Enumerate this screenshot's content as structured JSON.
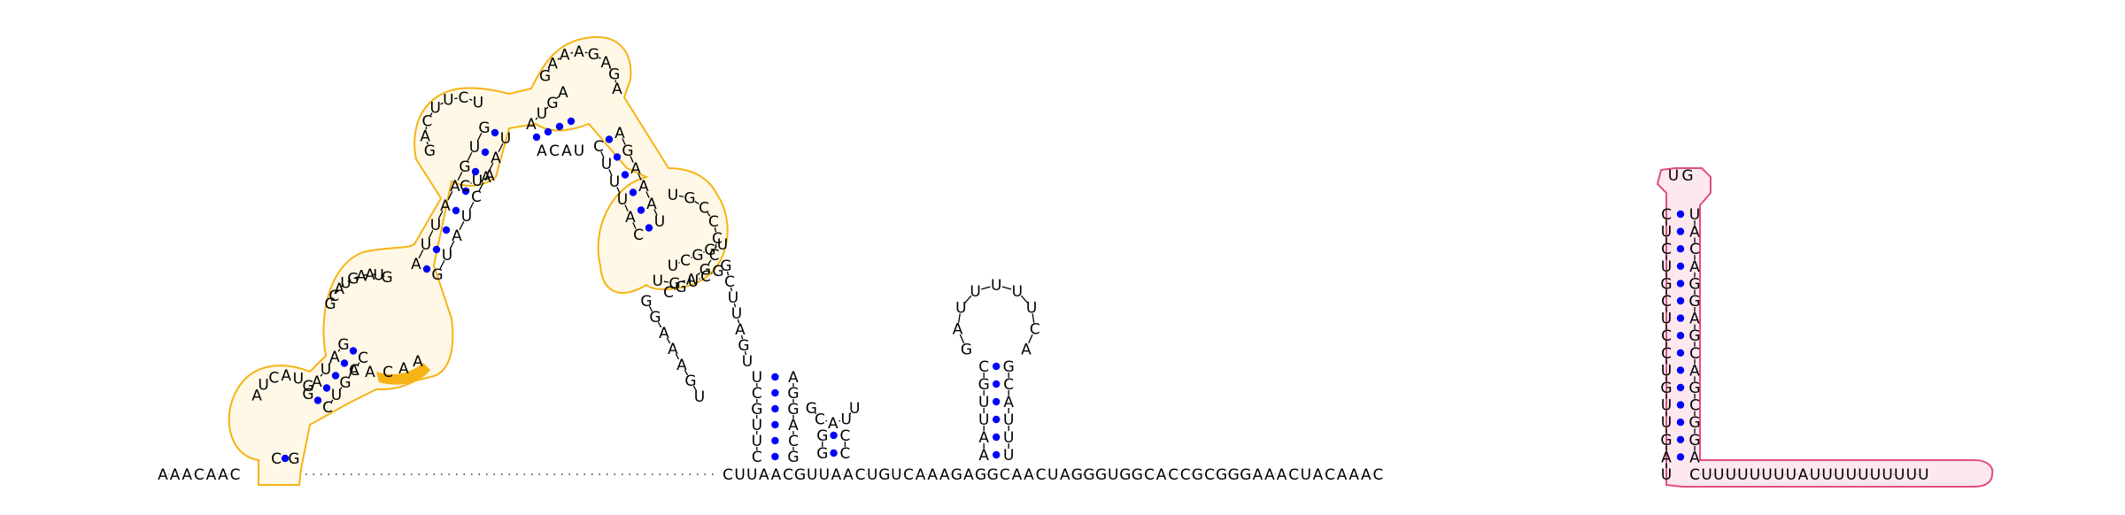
{
  "diagram": {
    "type": "rna-secondary-structure",
    "colors": {
      "background": "#ffffff",
      "nucleotide_text": "#000000",
      "backbone": "#000000",
      "base_pair_dot": "#0000ff",
      "highlight_orange_outline": "#f5b316",
      "highlight_orange_fill": "#fff8e6",
      "highlight_orange_solid": "#f5b316",
      "highlight_pink_outline": "#e0507a",
      "highlight_pink_fill": "#fde8ef"
    },
    "leader_sequence": "AAACAAC",
    "left_hairpin_stem_5p": "C",
    "left_hairpin_stem_3p": "G",
    "dotted_linker": "··················",
    "middle_backbone": "CUUAACGUUAACUGUCAAAGAGGCAACUAGGGUGGCACCGCGGGAAACUACAAAC",
    "hairpin1_loop": "GAUUUUUCA",
    "hairpin1_stem_5p": "AAUUGC",
    "hairpin1_stem_3p": "GCAUUU",
    "small_hairpin_loop": "GCAUU",
    "small_hairpin_stem_5p": "GG",
    "small_hairpin_stem_3p": "CC",
    "terminator_stem_5p": "CUCUGCUCCUGUUGAU",
    "terminator_loop": "UG",
    "terminator_stem_3p": "UACAGGAGCAGCGGA",
    "poly_u_tail": "CUUUUUUUUAUUUUUUUUUU",
    "upper_structure_labels": [
      "UCUCG",
      "AAAGA",
      "CAU",
      "UGCC",
      "CUA",
      "GUAA",
      "AUG",
      "CACAA",
      "UCGGU",
      "CGUCG"
    ]
  }
}
